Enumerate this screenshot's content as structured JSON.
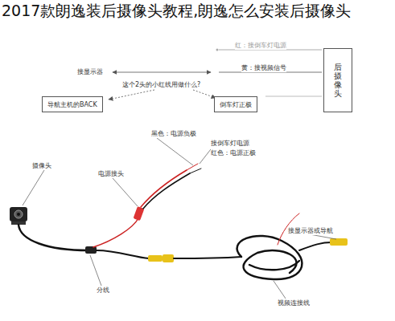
{
  "diagram": {
    "title": "2017款朗逸装后摄像头教程,朗逸怎么安装后摄像头",
    "nodes": [
      {
        "text": [
          "后摄像头"
        ]
      },
      {
        "text": [
          "导航主机的BACK"
        ]
      },
      {
        "text": [
          "倒车灯正极"
        ]
      }
    ],
    "labels": [
      "红：接倒车灯电源",
      "接显示器",
      "黄：接视频信号",
      "这个2头的小红线用做什么?",
      "摄像头",
      "电源接头",
      "黑色：电源负极",
      "接倒车灯电源",
      "红色：电源正极",
      "接显示器或导航",
      "分线",
      "视频连接线"
    ]
  }
}
